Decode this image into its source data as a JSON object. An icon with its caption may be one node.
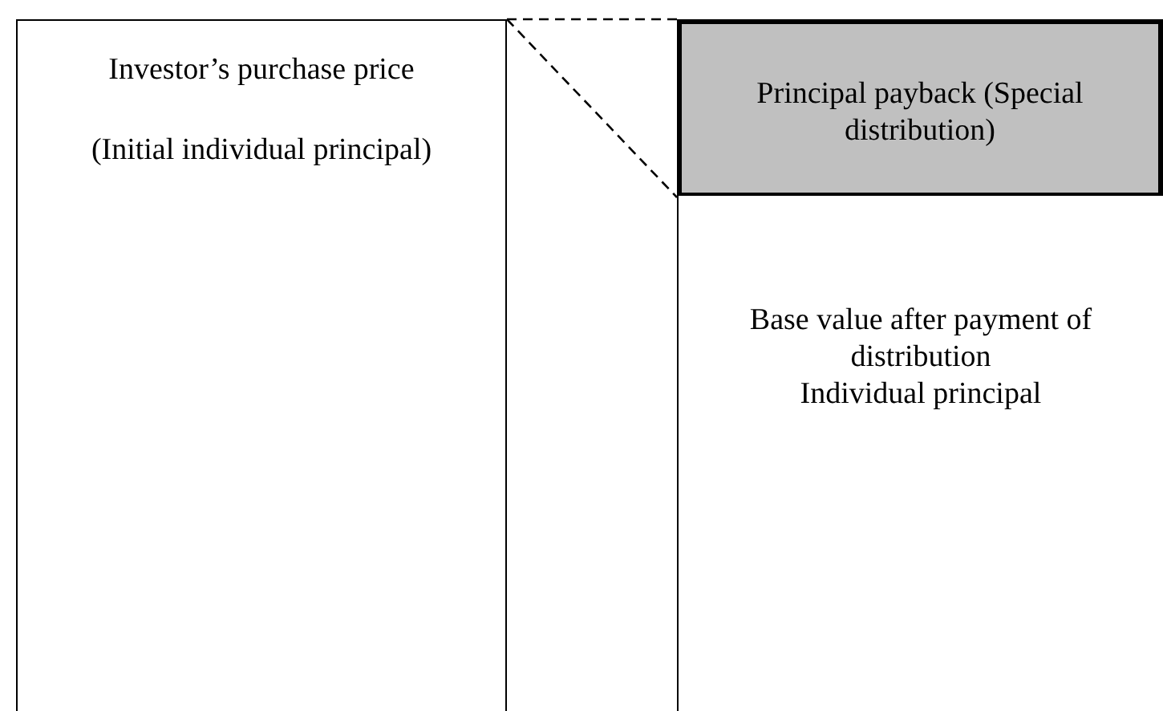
{
  "diagram": {
    "nodes": [
      {
        "text": [
          "Investor’s purchase price",
          "(Initial individual principal)"
        ]
      },
      {
        "text": [
          "Principal payback (Special distribution)"
        ]
      },
      {
        "text": [
          "Base value after payment of distribution",
          "Individual principal"
        ]
      }
    ],
    "edges": [
      {
        "from": 0,
        "to": 1,
        "arrow": "none",
        "style": "dashed"
      },
      {
        "from": 0,
        "to": 1,
        "arrow": "none",
        "style": "dashed"
      }
    ]
  }
}
